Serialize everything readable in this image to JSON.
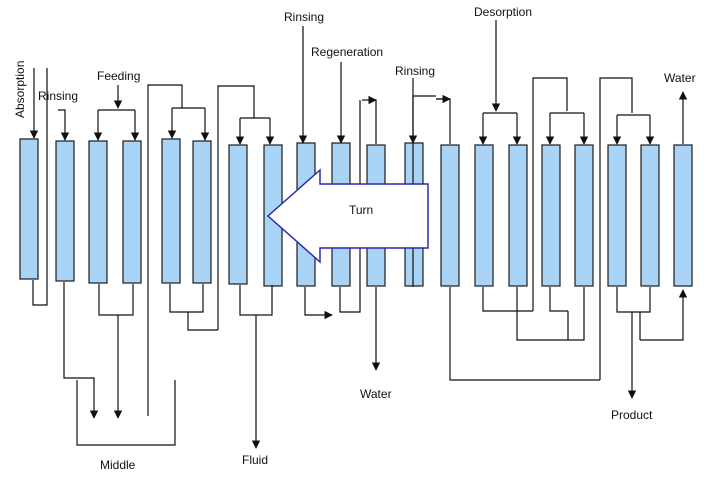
{
  "labels": {
    "absorption": "Absorption",
    "rinsing_1": "Rinsing",
    "feeding": "Feeding",
    "rinsing_2": "Rinsing",
    "regeneration": "Regeneration",
    "rinsing_3": "Rinsing",
    "desorption": "Desorption",
    "water_top": "Water",
    "turn": "Turn",
    "middle": "Middle",
    "fluid": "Fluid",
    "water_bottom": "Water",
    "product": "Product"
  },
  "columns": 20,
  "colors": {
    "column_fill": "#a9d4f5",
    "turn_arrow_stroke": "#2b2bb0"
  }
}
